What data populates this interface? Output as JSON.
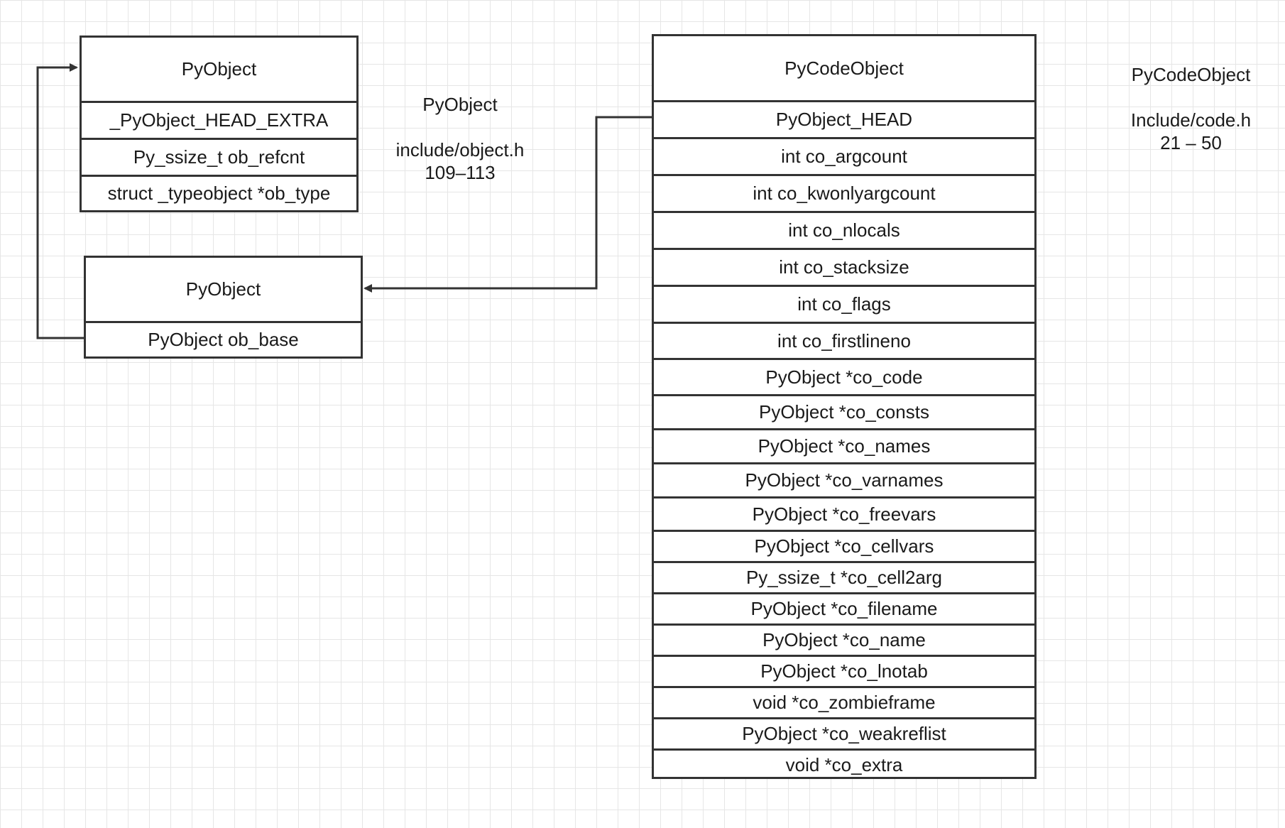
{
  "pyobject_box": {
    "title": "PyObject",
    "fields": [
      "_PyObject_HEAD_EXTRA",
      "Py_ssize_t ob_refcnt",
      "struct _typeobject *ob_type"
    ]
  },
  "pyobject_note": {
    "title": "PyObject",
    "file": "include/object.h",
    "lines": "109–113"
  },
  "pyobject_head_box": {
    "title": "PyObject",
    "fields": [
      "PyObject ob_base"
    ]
  },
  "pycodeobject_box": {
    "title": "PyCodeObject",
    "fields": [
      "PyObject_HEAD",
      "int co_argcount",
      "int co_kwonlyargcount",
      "int co_nlocals",
      "int co_stacksize",
      "int co_flags",
      "int co_firstlineno",
      "PyObject *co_code",
      "PyObject *co_consts",
      "PyObject *co_names",
      "PyObject *co_varnames",
      "PyObject *co_freevars",
      "PyObject *co_cellvars",
      "Py_ssize_t *co_cell2arg",
      "PyObject *co_filename",
      "PyObject *co_name",
      "PyObject *co_lnotab",
      "void *co_zombieframe",
      "PyObject *co_weakreflist",
      "void *co_extra"
    ]
  },
  "pycodeobject_note": {
    "title": "PyCodeObject",
    "file": "Include/code.h",
    "lines": "21 – 50"
  },
  "colors": {
    "line": "#333333",
    "grid": "#e6e6e6",
    "text": "#1a1a1a"
  }
}
